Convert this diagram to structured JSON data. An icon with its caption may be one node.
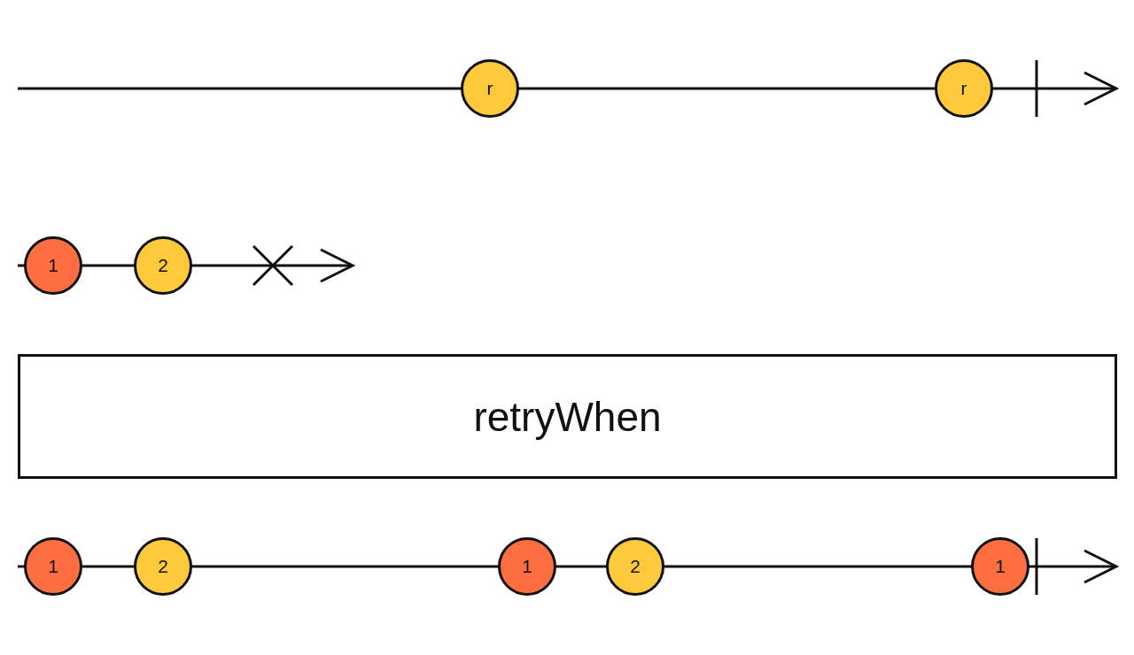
{
  "diagram": {
    "nodes": [
      {
        "text": [
          "r"
        ]
      },
      {
        "text": [
          "r"
        ]
      },
      {
        "text": [
          "1"
        ]
      },
      {
        "text": [
          "2"
        ]
      },
      {
        "text": [
          "retryWhen"
        ]
      },
      {
        "text": [
          "1"
        ]
      },
      {
        "text": [
          "2"
        ]
      },
      {
        "text": [
          "1"
        ]
      },
      {
        "text": [
          "2"
        ]
      },
      {
        "text": [
          "1"
        ]
      }
    ]
  }
}
